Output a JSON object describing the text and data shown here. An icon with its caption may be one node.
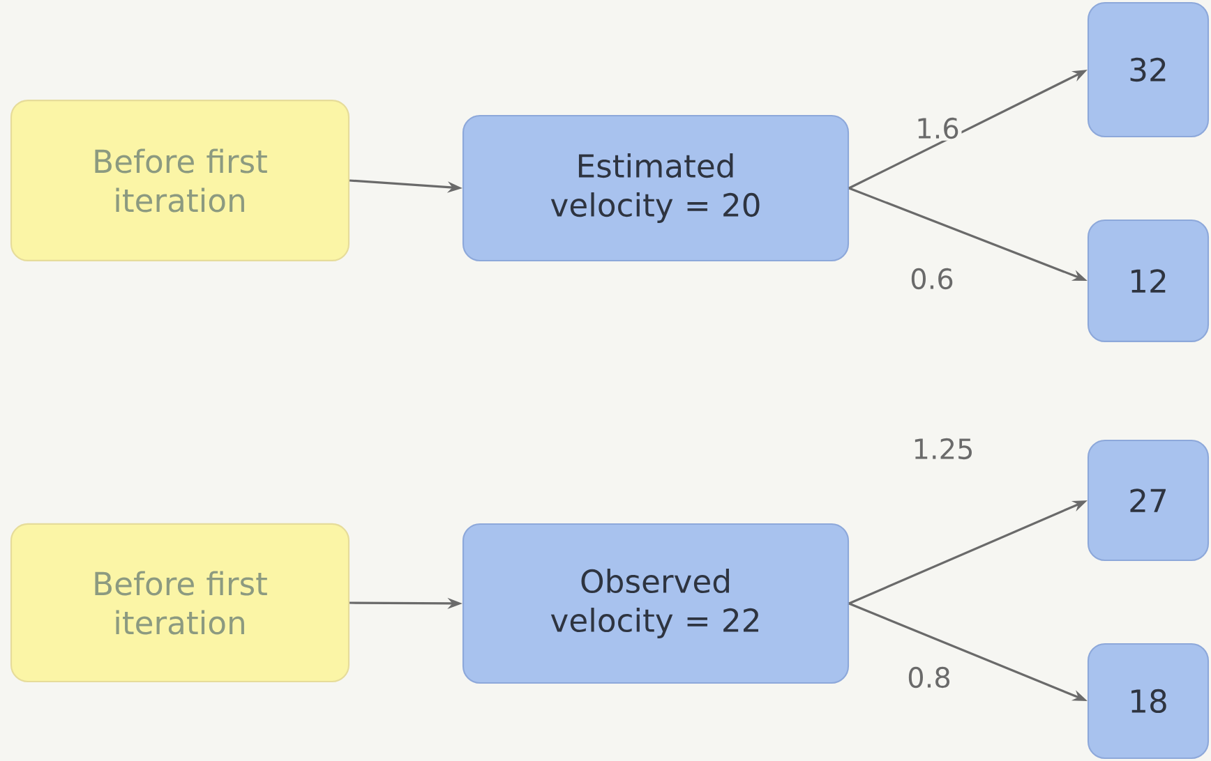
{
  "diagram": {
    "nodes": [
      {
        "text": [
          "Before first iteration"
        ]
      },
      {
        "text": [
          "Estimated velocity = 20"
        ]
      },
      {
        "text": [
          "32"
        ]
      },
      {
        "text": [
          "12"
        ]
      },
      {
        "text": [
          "Before first iteration"
        ]
      },
      {
        "text": [
          "Observed velocity = 22"
        ]
      },
      {
        "text": [
          "27"
        ]
      },
      {
        "text": [
          "18"
        ]
      }
    ],
    "edges": [
      {
        "from": 0,
        "to": 1,
        "arrow": "to"
      },
      {
        "from": 1,
        "to": 2,
        "arrow": "to",
        "label": "1.6"
      },
      {
        "from": 1,
        "to": 3,
        "arrow": "to",
        "label": "0.6"
      },
      {
        "from": 4,
        "to": 5,
        "arrow": "to"
      },
      {
        "from": 5,
        "to": 6,
        "arrow": "to",
        "label": "1.25"
      },
      {
        "from": 5,
        "to": 7,
        "arrow": "to",
        "label": "0.8"
      }
    ]
  }
}
